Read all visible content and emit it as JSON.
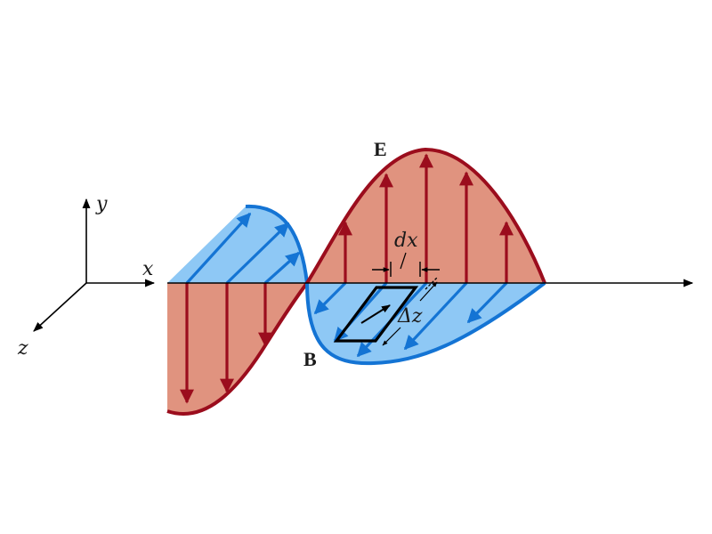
{
  "labels": {
    "axis_x": "x",
    "axis_y": "y",
    "axis_z": "z",
    "electric_field": "E",
    "magnetic_field": "B",
    "dx": "dx",
    "delta_z": "Δz"
  },
  "colors": {
    "e_fill": "#e0937f",
    "e_stroke": "#9b0d1d",
    "b_fill": "#8ec8f5",
    "b_stroke": "#1474d4",
    "axis": "#000000"
  }
}
